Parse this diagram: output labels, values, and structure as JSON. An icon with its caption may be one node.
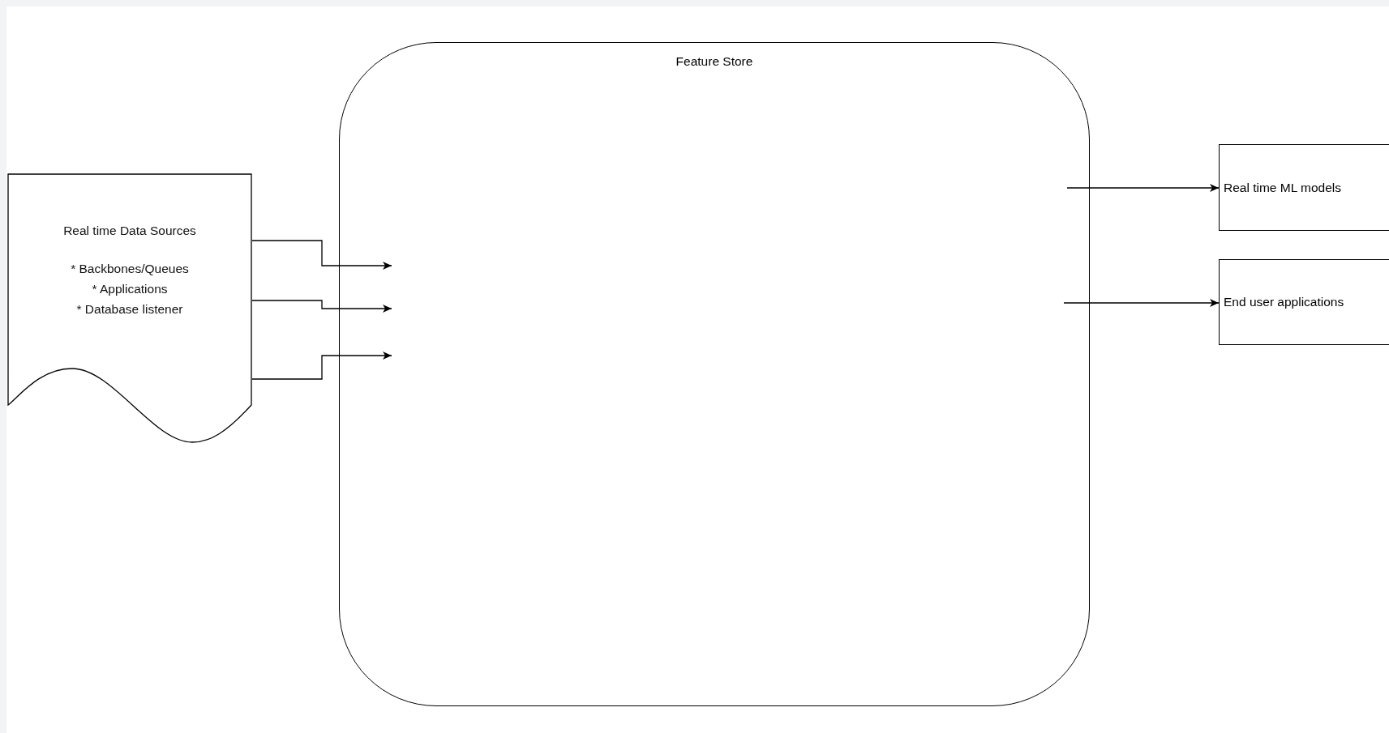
{
  "diagram": {
    "nodes": [
      {
        "text": [
          "Real time Data Sources",
          "* Backbones/Queues",
          "* Applications",
          "* Database listener"
        ]
      },
      {
        "text": [
          "Feature Store"
        ]
      },
      {
        "text": [
          "Real time ML models"
        ]
      },
      {
        "text": [
          "End user applications"
        ]
      }
    ],
    "edges": [
      {
        "from": 0,
        "to": 1,
        "arrow": "to"
      },
      {
        "from": 0,
        "to": 1,
        "arrow": "to"
      },
      {
        "from": 0,
        "to": 1,
        "arrow": "to"
      },
      {
        "from": 1,
        "to": 2,
        "arrow": "to"
      },
      {
        "from": 1,
        "to": 3,
        "arrow": "to"
      }
    ]
  }
}
